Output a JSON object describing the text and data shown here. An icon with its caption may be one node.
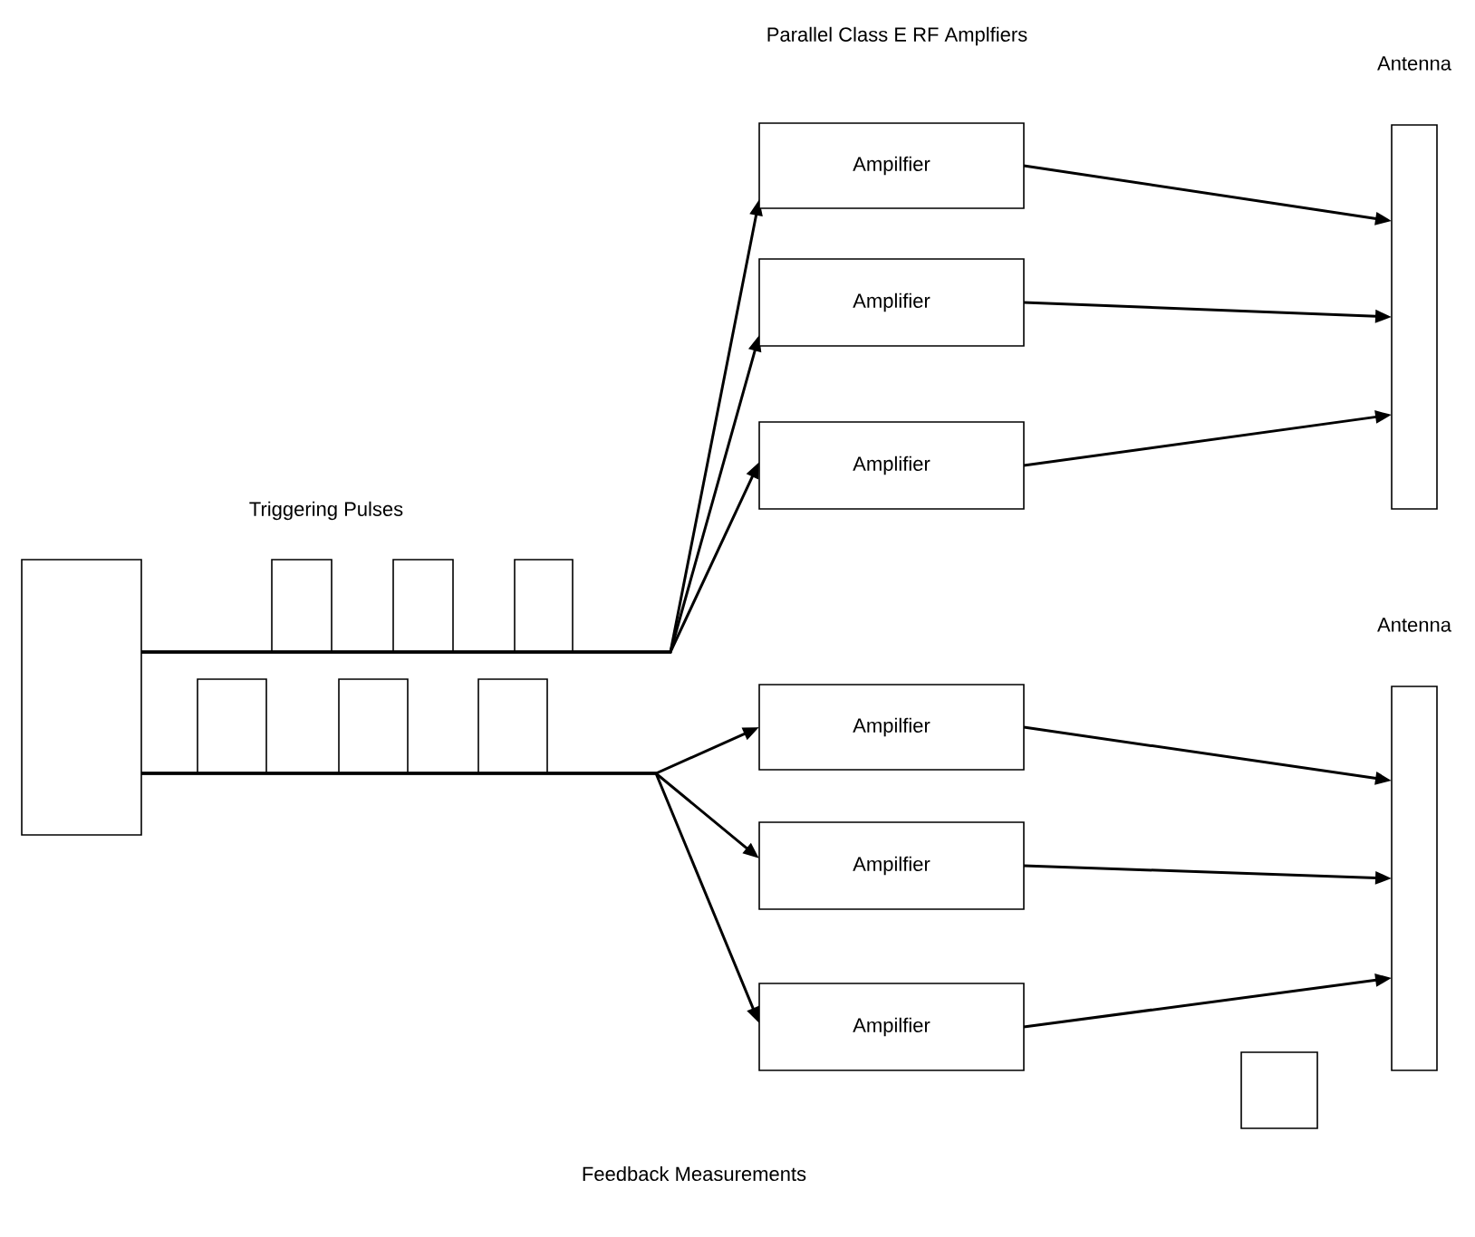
{
  "diagram": {
    "title": "Parallel Class E RF Amplfiers",
    "nodes": [
      {
        "text": [],
        "shape": "box"
      },
      {
        "text": [
          "Ampilfier"
        ]
      },
      {
        "text": [
          "Amplifier"
        ]
      },
      {
        "text": [
          "Amplifier"
        ]
      },
      {
        "text": [
          "Ampilfier"
        ]
      },
      {
        "text": [
          "Ampilfier"
        ]
      },
      {
        "text": [
          "Ampilfier"
        ]
      },
      {
        "text": [
          "Antenna"
        ]
      },
      {
        "text": [
          "Antenna"
        ]
      },
      {
        "text": [],
        "shape": "box"
      }
    ],
    "edges": [
      {
        "from": 0,
        "to": 1,
        "arrow": "to"
      },
      {
        "from": 0,
        "to": 2,
        "arrow": "to"
      },
      {
        "from": 0,
        "to": 3,
        "arrow": "to"
      },
      {
        "from": 0,
        "to": 4,
        "arrow": "to"
      },
      {
        "from": 0,
        "to": 5,
        "arrow": "to"
      },
      {
        "from": 0,
        "to": 6,
        "arrow": "to"
      },
      {
        "from": 1,
        "to": 7,
        "arrow": "to"
      },
      {
        "from": 2,
        "to": 7,
        "arrow": "to"
      },
      {
        "from": 3,
        "to": 7,
        "arrow": "to"
      },
      {
        "from": 4,
        "to": 8,
        "arrow": "to"
      },
      {
        "from": 5,
        "to": 8,
        "arrow": "to"
      },
      {
        "from": 6,
        "to": 8,
        "arrow": "to"
      }
    ],
    "labels": [
      "Triggering Pulses",
      "Feedback Measurements"
    ]
  }
}
